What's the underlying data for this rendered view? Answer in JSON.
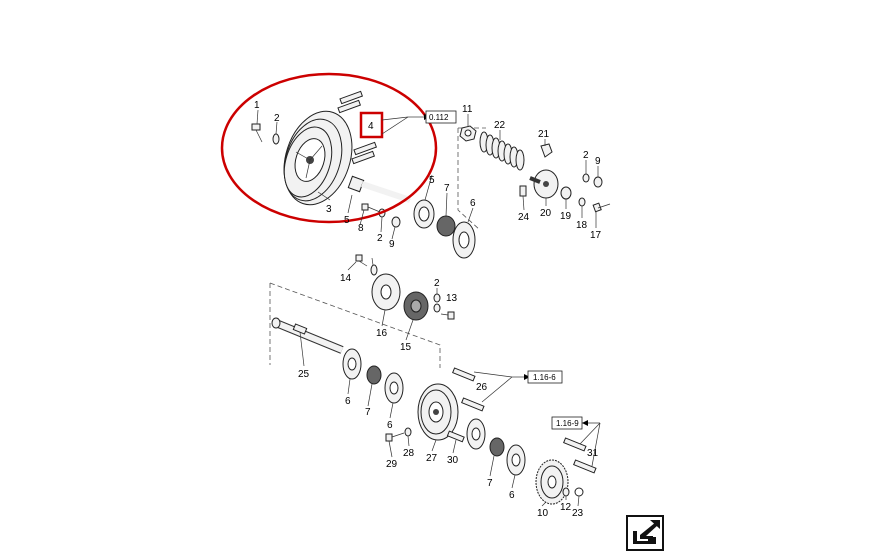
{
  "callouts": {
    "c1": "1",
    "c2a": "2",
    "c3": "3",
    "c4": "4",
    "c5a": "5",
    "c5b": "5",
    "c7a": "7",
    "c6a": "6",
    "c8": "8",
    "c2b": "2",
    "c9a": "9",
    "c11": "11",
    "c22": "22",
    "c21": "21",
    "c2c": "2",
    "c9b": "9",
    "c24": "24",
    "c20": "20",
    "c19": "19",
    "c18": "18",
    "c17": "17",
    "c14": "14",
    "c2d": "2",
    "c13": "13",
    "c16": "16",
    "c15": "15",
    "c25": "25",
    "c6b": "6",
    "c7b": "7",
    "c26": "26",
    "c6c": "6",
    "c28": "28",
    "c29": "29",
    "c27": "27",
    "c30": "30",
    "c7c": "7",
    "c6d": "6",
    "c31": "31",
    "c10": "10",
    "c12": "12",
    "c23": "23"
  },
  "refs": {
    "r1": "0.112",
    "r2": "1.16-6",
    "r3": "1.16-9"
  },
  "highlight_color": "#cc0000",
  "nav_icon": "return-arrow-icon"
}
